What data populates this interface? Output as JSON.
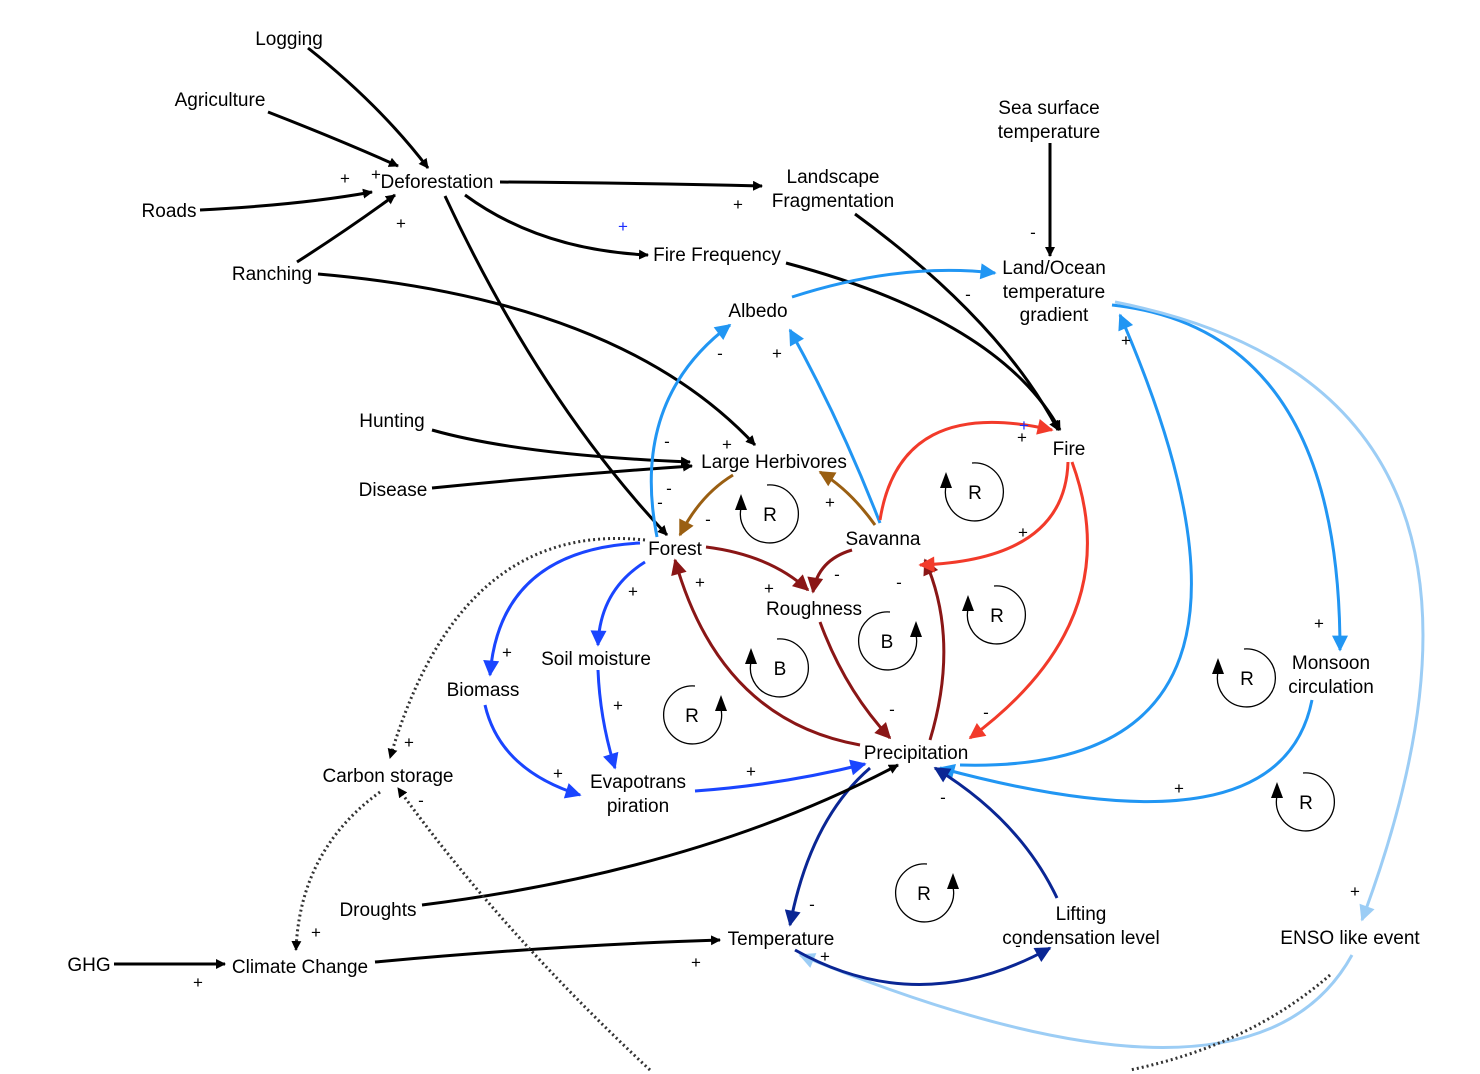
{
  "nodes": {
    "logging": "Logging",
    "agriculture": "Agriculture",
    "deforestation": "Deforestation",
    "roads": "Roads",
    "ranching": "Ranching",
    "landscape_fragmentation_1": "Landscape",
    "landscape_fragmentation_2": "Fragmentation",
    "fire_frequency": "Fire Frequency",
    "sea_surface_temperature_1": "Sea surface",
    "sea_surface_temperature_2": "temperature",
    "land_ocean_gradient_1": "Land/Ocean",
    "land_ocean_gradient_2": "temperature",
    "land_ocean_gradient_3": "gradient",
    "albedo": "Albedo",
    "hunting": "Hunting",
    "disease": "Disease",
    "large_herbivores": "Large Herbivores",
    "fire": "Fire",
    "forest": "Forest",
    "savanna": "Savanna",
    "roughness": "Roughness",
    "soil_moisture": "Soil moisture",
    "biomass": "Biomass",
    "monsoon_circulation_1": "Monsoon",
    "monsoon_circulation_2": "circulation",
    "carbon_storage": "Carbon storage",
    "evapotranspiration_1": "Evapotrans",
    "evapotranspiration_2": "piration",
    "precipitation": "Precipitation",
    "droughts": "Droughts",
    "ghg": "GHG",
    "climate_change": "Climate Change",
    "temperature": "Temperature",
    "lifting_condensation_1": "Lifting",
    "lifting_condensation_2": "condensation level",
    "enso": "ENSO like event"
  },
  "signs": {
    "plus": "+",
    "minus": "-"
  },
  "loops": {
    "reinforcing": "R",
    "balancing": "B"
  },
  "colors": {
    "black": "#000000",
    "sky_blue": "#2196f3",
    "royal_blue": "#1a45ff",
    "navy": "#0a2694",
    "light_blue": "#9ccdf5",
    "red": "#f23a2a",
    "dark_red": "#8a1616",
    "brown": "#9a5f12",
    "dotted_gray": "#333333"
  }
}
